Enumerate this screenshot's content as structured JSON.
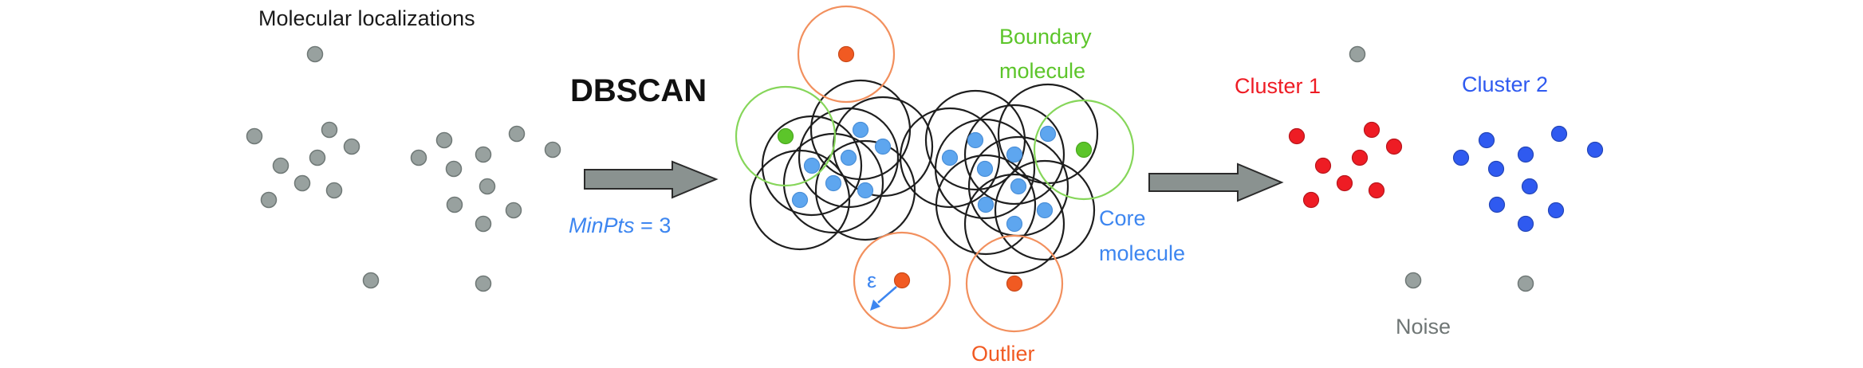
{
  "diagram": {
    "title": "DBSCAN",
    "algorithm_param": {
      "name": "MinPts",
      "operator": " = ",
      "value": "3"
    },
    "epsilon_symbol": "ε",
    "panels": {
      "input": {
        "label": "Molecular localizations"
      },
      "process": {
        "boundary_label_line1": "Boundary",
        "boundary_label_line2": "molecule",
        "core_label_line1": "Core",
        "core_label_line2": "molecule",
        "outlier_label": "Outlier"
      },
      "output": {
        "cluster1_label": "Cluster 1",
        "cluster2_label": "Cluster 2",
        "noise_label": "Noise"
      }
    },
    "colors": {
      "text_black": "#1a1a1a",
      "gray_dot": "#98a19f",
      "gray_dot_edge": "#6f7876",
      "noise_text": "#6f7675",
      "core_blue": "#5ea6ef",
      "core_blue_edge": "#4a8fd8",
      "param_blue": "#3d86f0",
      "boundary_green": "#5cc52a",
      "boundary_circle": "#86d65a",
      "outlier_orange": "#f15a22",
      "outlier_circle": "#f2905e",
      "cluster1_red": "#ee1c24",
      "cluster2_blue": "#2f5af0",
      "arrow_fill": "#8a9290",
      "arrow_edge": "#2b2b2b",
      "neighborhood_black": "#1e1e1e"
    }
  }
}
